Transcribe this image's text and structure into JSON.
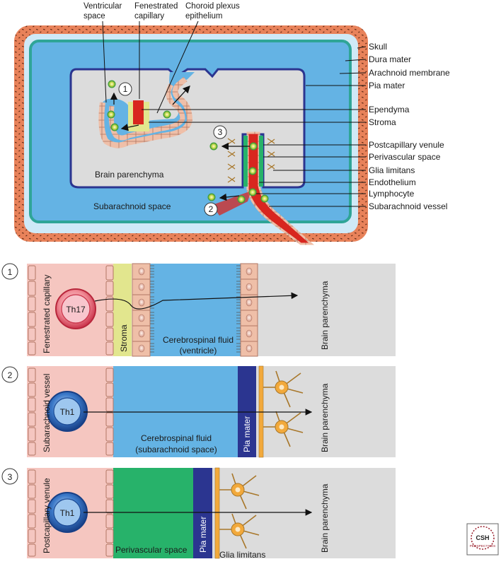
{
  "top": {
    "labels_top": {
      "ventricular_space_1": "Ventricular",
      "ventricular_space_2": "space",
      "fenestrated_capillary_1": "Fenestrated",
      "fenestrated_capillary_2": "capillary",
      "choroid_plexus_1": "Choroid plexus",
      "choroid_plexus_2": "epithelium"
    },
    "labels_right": {
      "skull": "Skull",
      "dura": "Dura mater",
      "arachnoid": "Arachnoid membrane",
      "pia": "Pia mater",
      "ependyma": "Ependyma",
      "stroma": "Stroma",
      "postcapillary": "Postcapillary venule",
      "perivascular": "Perivascular space",
      "glia": "Glia limitans",
      "endothelium": "Endothelium",
      "lymphocyte": "Lymphocyte",
      "subarachnoid_vessel": "Subarachnoid vessel"
    },
    "brain_parenchyma": "Brain parenchyma",
    "subarachnoid_space": "Subarachnoid space",
    "markers": [
      "1",
      "2",
      "3"
    ]
  },
  "panels": [
    {
      "number": "1",
      "vessel": "Fenestrated capillary",
      "cell": "Th17",
      "stroma": "Stroma",
      "csf_1": "Cerebrospinal fluid",
      "csf_2": "(ventricle)",
      "brain": "Brain parenchyma"
    },
    {
      "number": "2",
      "vessel": "Subarachnoid vessel",
      "cell": "Th1",
      "csf_1": "Cerebrospinal fluid",
      "csf_2": "(subarachnoid space)",
      "pia": "Pia mater",
      "brain": "Brain parenchyma"
    },
    {
      "number": "3",
      "vessel": "Postcapillary venule",
      "cell": "Th1",
      "perivascular": "Perivascular space",
      "pia": "Pia mater",
      "glia": "Glia limitans",
      "brain": "Brain parenchyma"
    }
  ],
  "logo": {
    "line1": "CSH",
    "line2": "PERSPECTIVES"
  },
  "colors": {
    "skull": "#e8825a",
    "dura": "#cfe9f7",
    "arachnoid": "#2fa597",
    "csf": "#64b3e4",
    "parenchyma": "#dcdcdc",
    "pia": "#2b3590",
    "vessel": "#d8261f",
    "epithelium": "#efbfa8",
    "stroma": "#e2e68e",
    "perivascular": "#27b26a",
    "vessel_wall": "#f5c6c0",
    "glia": "#f2a93b"
  }
}
